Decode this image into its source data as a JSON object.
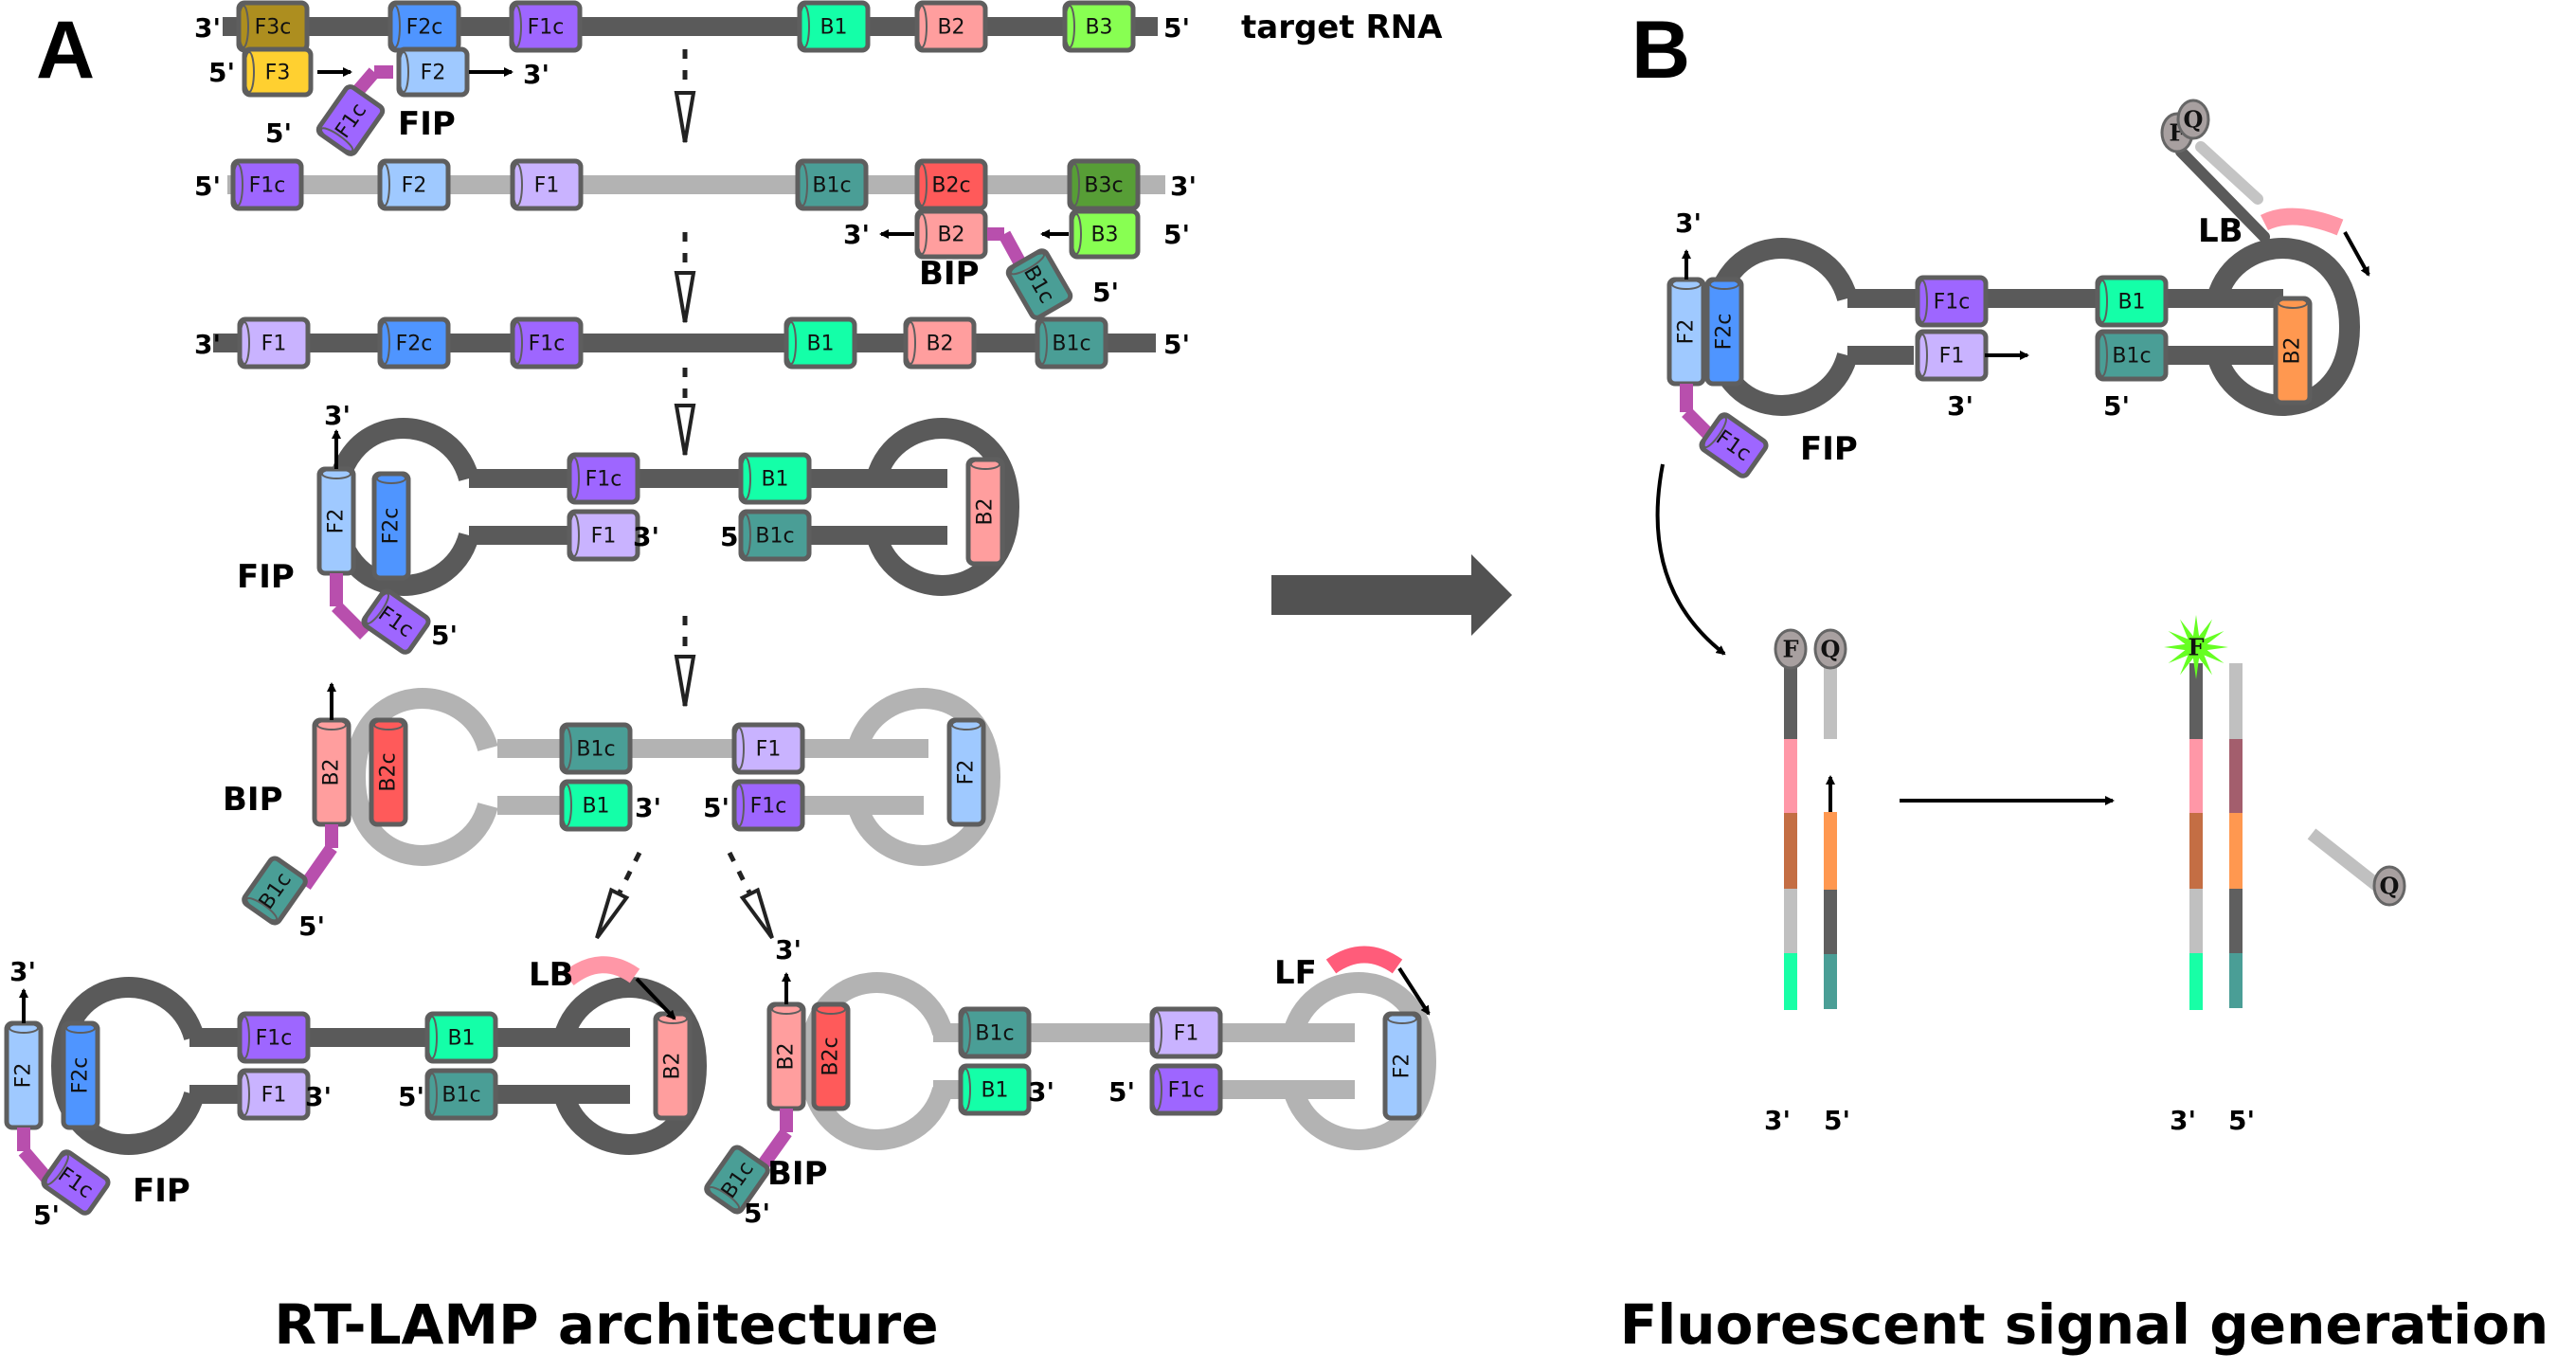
{
  "panels": {
    "a": {
      "letter": "A",
      "title": "RT-LAMP architecture"
    },
    "b": {
      "letter": "B",
      "title": "Fluorescent signal generation"
    }
  },
  "labels": {
    "target": "target RNA",
    "fip": "FIP",
    "bip": "BIP",
    "lb": "LB",
    "lf": "LF",
    "three_prime": "3'",
    "five_prime": "5'",
    "fluorophore": "F",
    "quencher": "Q"
  },
  "segments": {
    "F3c": {
      "label": "F3c",
      "color": "#ad8e1f"
    },
    "F3": {
      "label": "F3",
      "color": "#ffd030"
    },
    "F2c": {
      "label": "F2c",
      "color": "#4f95ff"
    },
    "F2": {
      "label": "F2",
      "color": "#9fc9ff"
    },
    "F1c": {
      "label": "F1c",
      "color": "#9e66ff"
    },
    "F1": {
      "label": "F1",
      "color": "#c9b3ff"
    },
    "B1": {
      "label": "B1",
      "color": "#14ffa8"
    },
    "B1c": {
      "label": "B1c",
      "color": "#4a9e96"
    },
    "B2": {
      "label": "B2",
      "color": "#ff9e9e"
    },
    "B2c": {
      "label": "B2c",
      "color": "#ff5a5a"
    },
    "B3": {
      "label": "B3",
      "color": "#88ff52"
    },
    "B3c": {
      "label": "B3c",
      "color": "#579e36"
    },
    "B2_probe": {
      "label": "B2",
      "color": "#ff9850"
    }
  },
  "colors": {
    "strand_dark": "#5a5a5a",
    "strand_light": "#b3b3b3",
    "linker": "#b84fad",
    "lb_primer": "#ff97a7",
    "lf_primer": "#ff5c7a",
    "fluor_burst": "#66ff22",
    "dye_circle": "#a8a0a0",
    "big_arrow": "#525252"
  }
}
